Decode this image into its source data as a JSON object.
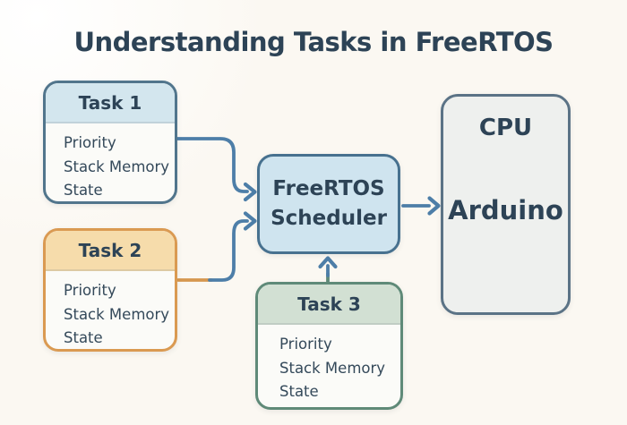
{
  "title": "Understanding Tasks in FreeRTOS",
  "tasks": [
    {
      "name": "Task 1",
      "fields": [
        "Priority",
        "Stack Memory",
        "State"
      ],
      "accent": "#51758c",
      "header_bg": "#d3e6ee"
    },
    {
      "name": "Task 2",
      "fields": [
        "Priority",
        "Stack Memory",
        "State"
      ],
      "accent": "#da9a52",
      "header_bg": "#f6dcab"
    },
    {
      "name": "Task 3",
      "fields": [
        "Priority",
        "Stack Memory",
        "State"
      ],
      "accent": "#5f8a78",
      "header_bg": "#d2e0d3"
    }
  ],
  "scheduler": {
    "line1": "FreeRTOS",
    "line2": "Scheduler",
    "border": "#47718f",
    "bg": "#cfe4ef"
  },
  "cpu": {
    "title": "CPU",
    "label": "Arduino",
    "border": "#5b7386",
    "bg": "#eef0ee"
  },
  "colors": {
    "background": "#fbf8f2",
    "text": "#2d4356",
    "body_text": "#34495a",
    "connector": "#4d7ea8",
    "connector_task2_start": "#d6974f",
    "connector_task3_start": "#5f8a78"
  }
}
